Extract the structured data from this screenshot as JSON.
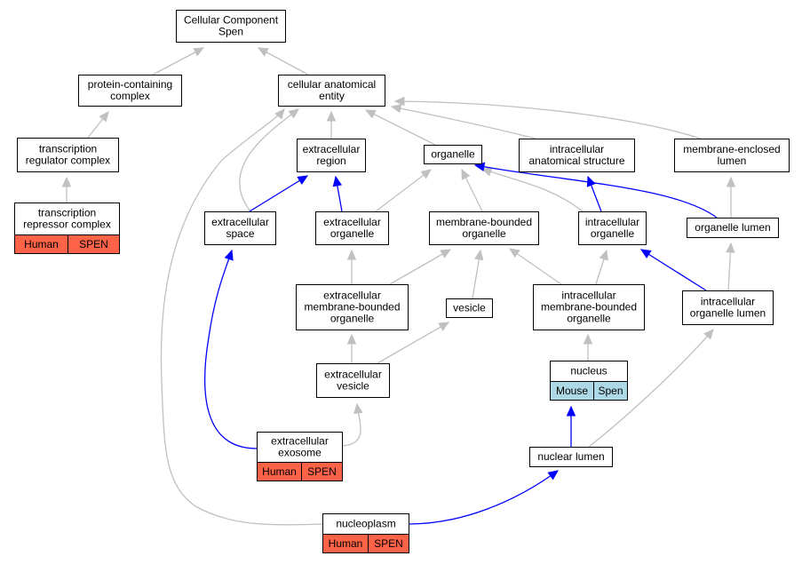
{
  "graph": {
    "palette": {
      "is_a_edge": "#c0c0c0",
      "part_of_edge": "#0000ff",
      "human_tag": "#ff6347",
      "mouse_tag": "#add8e6"
    },
    "nodes": {
      "root": {
        "lines": [
          "Cellular Component",
          "Spen"
        ]
      },
      "protein_complex": {
        "lines": [
          "protein-containing",
          "complex"
        ]
      },
      "cellular_anatomical_entity": {
        "lines": [
          "cellular anatomical",
          "entity"
        ]
      },
      "transcription_regulator_complex": {
        "lines": [
          "transcription",
          "regulator complex"
        ]
      },
      "transcription_repressor_complex": {
        "lines": [
          "transcription",
          "repressor complex"
        ],
        "tags": [
          "Human",
          "SPEN"
        ]
      },
      "extracellular_region": {
        "lines": [
          "extracellular",
          "region"
        ]
      },
      "organelle": {
        "lines": [
          "organelle"
        ]
      },
      "intracellular_anatomical_structure": {
        "lines": [
          "intracellular",
          "anatomical structure"
        ]
      },
      "membrane_enclosed_lumen": {
        "lines": [
          "membrane-enclosed",
          "lumen"
        ]
      },
      "extracellular_space": {
        "lines": [
          "extracellular",
          "space"
        ]
      },
      "extracellular_organelle": {
        "lines": [
          "extracellular",
          "organelle"
        ]
      },
      "membrane_bounded_organelle": {
        "lines": [
          "membrane-bounded",
          "organelle"
        ]
      },
      "intracellular_organelle": {
        "lines": [
          "intracellular",
          "organelle"
        ]
      },
      "organelle_lumen": {
        "lines": [
          "organelle lumen"
        ]
      },
      "extracellular_mb_organelle": {
        "lines": [
          "extracellular",
          "membrane-bounded",
          "organelle"
        ]
      },
      "vesicle": {
        "lines": [
          "vesicle"
        ]
      },
      "intracellular_mb_organelle": {
        "lines": [
          "intracellular",
          "membrane-bounded",
          "organelle"
        ]
      },
      "intracellular_organelle_lumen": {
        "lines": [
          "intracellular",
          "organelle lumen"
        ]
      },
      "extracellular_vesicle": {
        "lines": [
          "extracellular",
          "vesicle"
        ]
      },
      "nucleus": {
        "lines": [
          "nucleus"
        ],
        "tags": [
          "Mouse",
          "Spen"
        ]
      },
      "extracellular_exosome": {
        "lines": [
          "extracellular",
          "exosome"
        ],
        "tags": [
          "Human",
          "SPEN"
        ]
      },
      "nuclear_lumen": {
        "lines": [
          "nuclear lumen"
        ]
      },
      "nucleoplasm": {
        "lines": [
          "nucleoplasm"
        ],
        "tags": [
          "Human",
          "SPEN"
        ]
      }
    },
    "edges": [
      {
        "from": "protein_complex",
        "to": "root",
        "kind": "is_a"
      },
      {
        "from": "cellular_anatomical_entity",
        "to": "root",
        "kind": "is_a"
      },
      {
        "from": "transcription_regulator_complex",
        "to": "protein_complex",
        "kind": "is_a"
      },
      {
        "from": "transcription_repressor_complex",
        "to": "transcription_regulator_complex",
        "kind": "is_a"
      },
      {
        "from": "extracellular_region",
        "to": "cellular_anatomical_entity",
        "kind": "is_a"
      },
      {
        "from": "organelle",
        "to": "cellular_anatomical_entity",
        "kind": "is_a"
      },
      {
        "from": "intracellular_anatomical_structure",
        "to": "cellular_anatomical_entity",
        "kind": "is_a"
      },
      {
        "from": "membrane_enclosed_lumen",
        "to": "cellular_anatomical_entity",
        "kind": "is_a"
      },
      {
        "from": "extracellular_space",
        "to": "cellular_anatomical_entity",
        "kind": "is_a"
      },
      {
        "from": "extracellular_space",
        "to": "extracellular_region",
        "kind": "part_of"
      },
      {
        "from": "extracellular_organelle",
        "to": "extracellular_region",
        "kind": "part_of"
      },
      {
        "from": "extracellular_organelle",
        "to": "organelle",
        "kind": "is_a"
      },
      {
        "from": "membrane_bounded_organelle",
        "to": "organelle",
        "kind": "is_a"
      },
      {
        "from": "intracellular_organelle",
        "to": "organelle",
        "kind": "is_a"
      },
      {
        "from": "intracellular_organelle",
        "to": "intracellular_anatomical_structure",
        "kind": "part_of"
      },
      {
        "from": "organelle_lumen",
        "to": "organelle",
        "kind": "part_of"
      },
      {
        "from": "organelle_lumen",
        "to": "membrane_enclosed_lumen",
        "kind": "is_a"
      },
      {
        "from": "extracellular_mb_organelle",
        "to": "extracellular_organelle",
        "kind": "is_a"
      },
      {
        "from": "extracellular_mb_organelle",
        "to": "membrane_bounded_organelle",
        "kind": "is_a"
      },
      {
        "from": "vesicle",
        "to": "membrane_bounded_organelle",
        "kind": "is_a"
      },
      {
        "from": "intracellular_mb_organelle",
        "to": "membrane_bounded_organelle",
        "kind": "is_a"
      },
      {
        "from": "intracellular_mb_organelle",
        "to": "intracellular_organelle",
        "kind": "is_a"
      },
      {
        "from": "intracellular_organelle_lumen",
        "to": "intracellular_organelle",
        "kind": "part_of"
      },
      {
        "from": "intracellular_organelle_lumen",
        "to": "organelle_lumen",
        "kind": "is_a"
      },
      {
        "from": "extracellular_vesicle",
        "to": "extracellular_mb_organelle",
        "kind": "is_a"
      },
      {
        "from": "extracellular_vesicle",
        "to": "vesicle",
        "kind": "is_a"
      },
      {
        "from": "nucleus",
        "to": "intracellular_mb_organelle",
        "kind": "is_a"
      },
      {
        "from": "extracellular_exosome",
        "to": "extracellular_space",
        "kind": "part_of"
      },
      {
        "from": "extracellular_exosome",
        "to": "extracellular_vesicle",
        "kind": "is_a"
      },
      {
        "from": "nuclear_lumen",
        "to": "nucleus",
        "kind": "part_of"
      },
      {
        "from": "nuclear_lumen",
        "to": "intracellular_organelle_lumen",
        "kind": "is_a"
      },
      {
        "from": "nucleoplasm",
        "to": "cellular_anatomical_entity",
        "kind": "is_a"
      },
      {
        "from": "nucleoplasm",
        "to": "nuclear_lumen",
        "kind": "part_of"
      }
    ]
  }
}
